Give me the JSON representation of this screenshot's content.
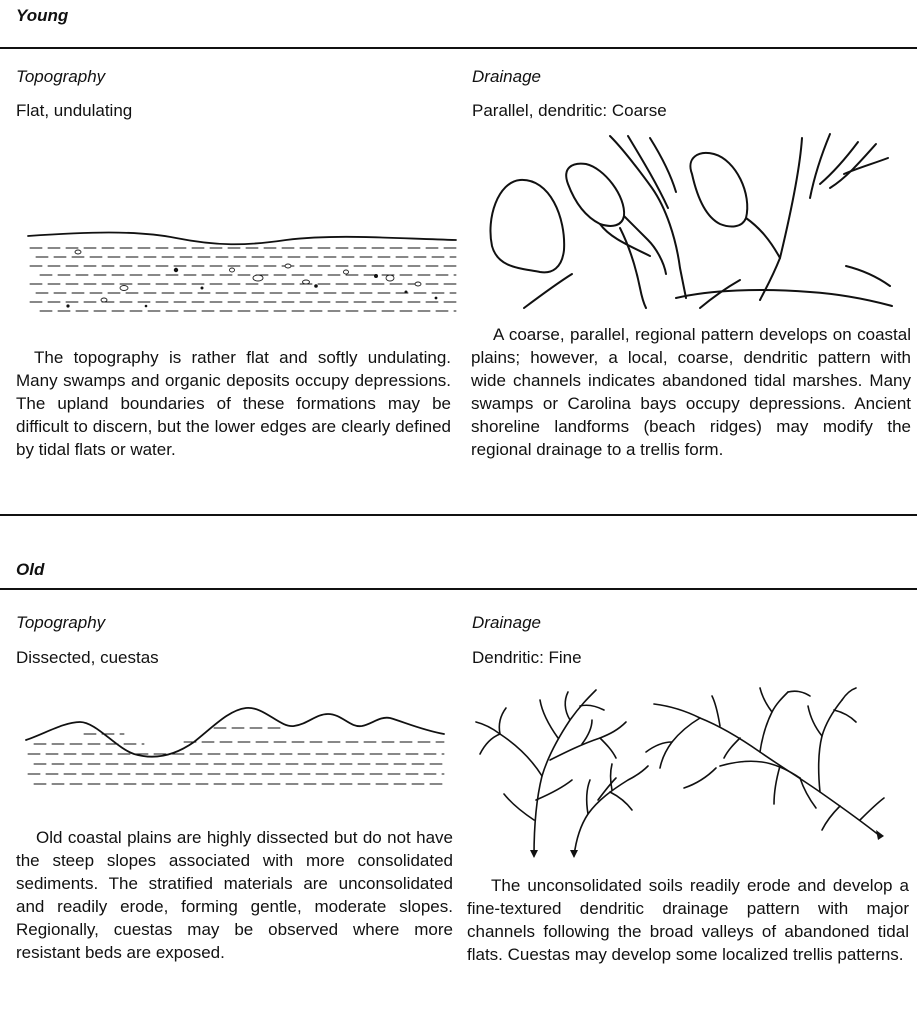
{
  "sections": [
    {
      "title": "Young",
      "topography": {
        "heading": "Topography",
        "subheading": "Flat, undulating",
        "paragraph": "The topography is rather flat and softly undulating. Many swamps and organic deposits occupy depressions. The upland boundaries of these formations may be difficult to discern, but the lower edges are clearly defined by tidal flats or water."
      },
      "drainage": {
        "heading": "Drainage",
        "subheading": "Parallel, dendritic: Coarse",
        "paragraph": "A coarse, parallel, regional pattern develops on coastal plains; however, a local, coarse, dendritic pattern with wide channels indicates abandoned tidal marshes. Many swamps or Carolina bays occupy depressions. Ancient shoreline landforms (beach ridges) may modify the regional drainage to a trellis form."
      }
    },
    {
      "title": "Old",
      "topography": {
        "heading": "Topography",
        "subheading": "Dissected, cuestas",
        "paragraph": "Old coastal plains are highly dissected but do not have the steep slopes associated with more consolidated sediments. The stratified materials are unconsolidated and readily erode, forming gentle, moderate slopes. Regionally, cuestas may be observed where more resistant beds are exposed."
      },
      "drainage": {
        "heading": "Drainage",
        "subheading": "Dendritic: Fine",
        "paragraph": "The unconsolidated soils readily erode and develop a fine-textured dendritic drainage pattern with major channels following the broad valleys of abandoned tidal flats. Cuestas may develop some localized trellis patterns."
      }
    }
  ]
}
